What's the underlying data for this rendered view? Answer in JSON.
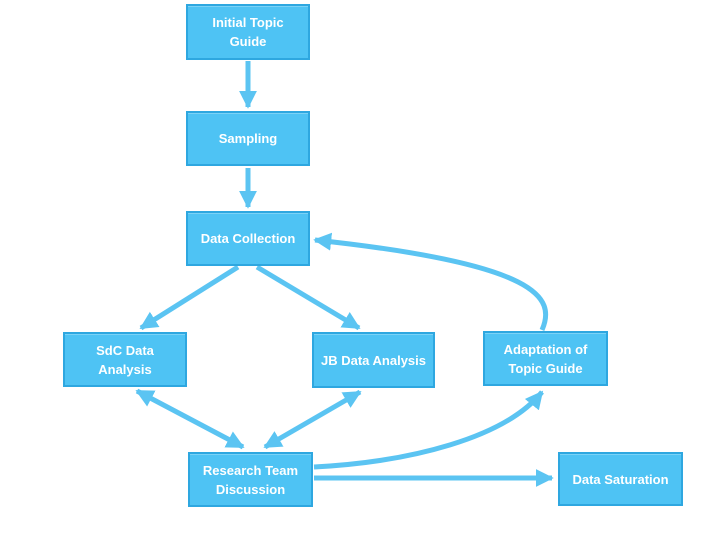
{
  "diagram": {
    "type": "flowchart",
    "colors": {
      "node_fill": "#4ec3f4",
      "node_border": "#2ea7e0",
      "arrow": "#5bc4f2",
      "text": "#ffffff",
      "background": "#ffffff"
    },
    "nodes": [
      {
        "id": "initial-topic-guide",
        "label": "Initial Topic\nGuide"
      },
      {
        "id": "sampling",
        "label": "Sampling"
      },
      {
        "id": "data-collection",
        "label": "Data Collection"
      },
      {
        "id": "sdc-data-analysis",
        "label": "SdC Data\nAnalysis"
      },
      {
        "id": "jb-data-analysis",
        "label": "JB Data Analysis"
      },
      {
        "id": "adaptation-of-topic-guide",
        "label": "Adaptation of\nTopic Guide"
      },
      {
        "id": "research-team-discussion",
        "label": "Research Team\nDiscussion"
      },
      {
        "id": "data-saturation",
        "label": "Data Saturation"
      }
    ],
    "edges": [
      {
        "from": "initial-topic-guide",
        "to": "sampling",
        "direction": "one-way",
        "shape": "straight"
      },
      {
        "from": "sampling",
        "to": "data-collection",
        "direction": "one-way",
        "shape": "straight"
      },
      {
        "from": "data-collection",
        "to": "sdc-data-analysis",
        "direction": "one-way",
        "shape": "straight"
      },
      {
        "from": "data-collection",
        "to": "jb-data-analysis",
        "direction": "one-way",
        "shape": "straight"
      },
      {
        "from": "sdc-data-analysis",
        "to": "research-team-discussion",
        "direction": "two-way",
        "shape": "straight"
      },
      {
        "from": "jb-data-analysis",
        "to": "research-team-discussion",
        "direction": "two-way",
        "shape": "straight"
      },
      {
        "from": "research-team-discussion",
        "to": "adaptation-of-topic-guide",
        "direction": "one-way",
        "shape": "curved"
      },
      {
        "from": "adaptation-of-topic-guide",
        "to": "data-collection",
        "direction": "one-way",
        "shape": "curved"
      },
      {
        "from": "research-team-discussion",
        "to": "data-saturation",
        "direction": "one-way",
        "shape": "straight"
      }
    ]
  }
}
